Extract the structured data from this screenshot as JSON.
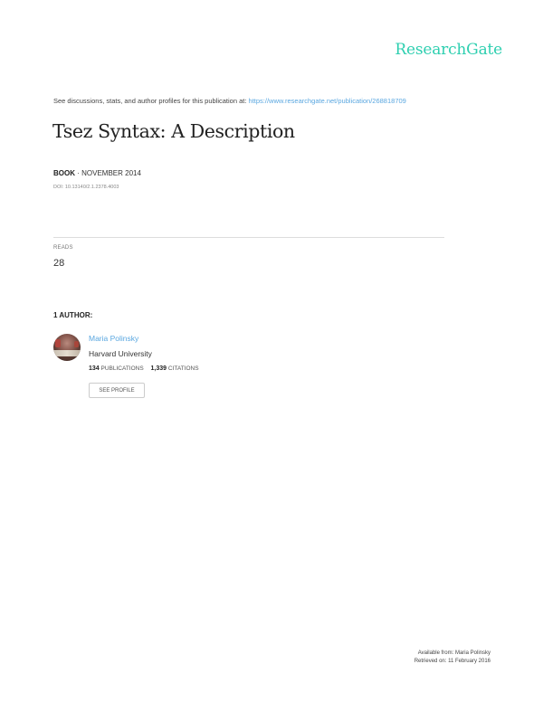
{
  "brand": {
    "name": "ResearchGate",
    "color": "#2ecfb0"
  },
  "intro": {
    "text": "See discussions, stats, and author profiles for this publication at: ",
    "link": "https://www.researchgate.net/publication/268818709",
    "link_color": "#5aa7e0"
  },
  "publication": {
    "title": "Tsez Syntax: A Description",
    "type": "BOOK",
    "separator": " · ",
    "date": "NOVEMBER 2014",
    "doi": "DOI: 10.13140/2.1.2378.4003"
  },
  "stats": {
    "reads_label": "READS",
    "reads_value": "28"
  },
  "authors": {
    "heading": "1 AUTHOR:",
    "items": [
      {
        "name": "Maria Polinsky",
        "institution": "Harvard University",
        "publications_count": "134",
        "publications_label": "PUBLICATIONS",
        "citations_count": "1,339",
        "citations_label": "CITATIONS",
        "profile_button": "SEE PROFILE"
      }
    ]
  },
  "footer": {
    "available_from": "Available from: Maria Polinsky",
    "retrieved_on": "Retrieved on: 11 February 2016"
  }
}
